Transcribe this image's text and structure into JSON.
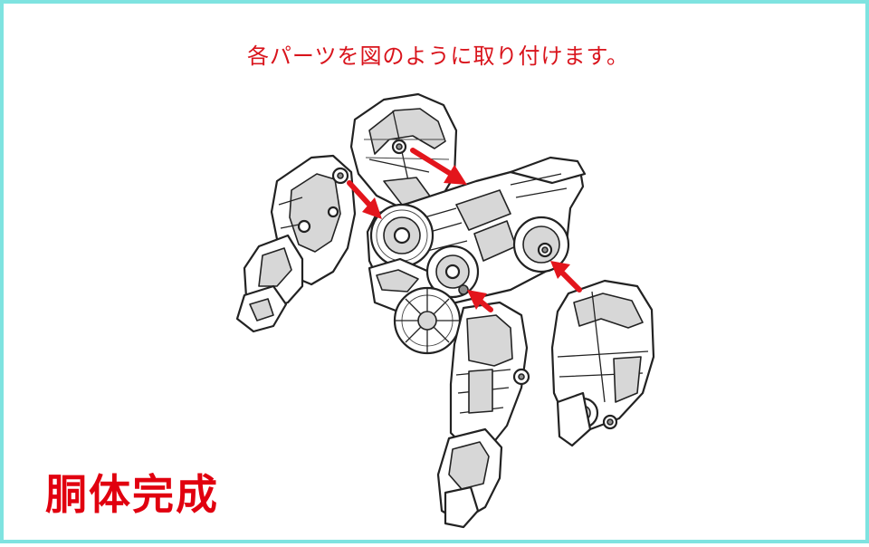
{
  "instruction_text": "各パーツを図のように取り付けます。",
  "stage_title": "胴体完成",
  "colors": {
    "frame_border": "#7fe3e0",
    "text_red": "#d9141c",
    "arrow_red": "#e3151c"
  },
  "illustration": {
    "parts": [
      "upper-left-arm",
      "upper-right-arm",
      "torso",
      "front-wheel",
      "lower-left-leg",
      "lower-right-leg"
    ],
    "arrow_count": 4
  }
}
